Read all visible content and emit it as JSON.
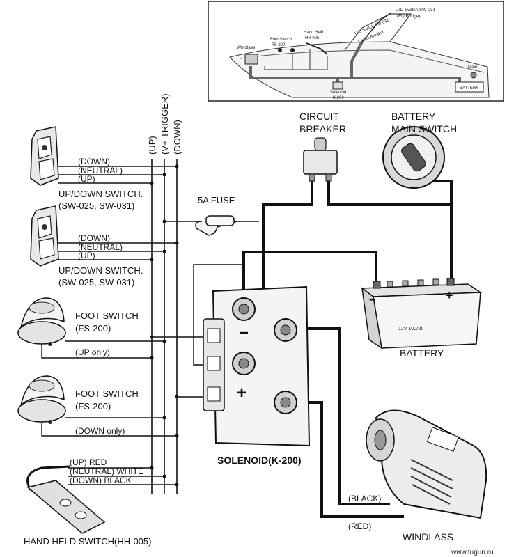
{
  "labels": {
    "bus_up": "(UP)",
    "bus_vtrigger": "(V+ TRIGGER)",
    "bus_down": "(DOWN)",
    "sw1_down": "(DOWN)",
    "sw1_neutral": "(NEUTRAL)",
    "sw1_up": "(UP)",
    "sw1_title": "UP/DOWN SWITCH.",
    "sw1_models": "(SW-025, SW-031)",
    "sw2_down": "(DOWN)",
    "sw2_neutral": "(NEUTRAL)",
    "sw2_up": "(UP)",
    "sw2_title": "UP/DOWN SWITCH.",
    "sw2_models": "(SW-025, SW-031)",
    "foot1_title": "FOOT SWITCH",
    "foot1_model": "(FS-200)",
    "foot1_wire": "(UP only)",
    "foot2_title": "FOOT SWITCH",
    "foot2_model": "(FS-200)",
    "foot2_wire": "(DOWN only)",
    "hh_up": "(UP) RED",
    "hh_neutral": "(NEUTRAL) WHITE",
    "hh_down": "(DOWN) BLACK",
    "hh_title": "HAND HELD SWITCH(HH-005)",
    "fuse": "5A FUSE",
    "breaker_1": "CIRCUIT",
    "breaker_2": "BREAKER",
    "mainsw_1": "BATTERY",
    "mainsw_2": "MAIN SWITCH",
    "battery": "BATTERY",
    "battery_plate": "12V 100Ah",
    "solenoid": "SOLENOID(K-200)",
    "minus": "−",
    "plus": "+",
    "batt_minus": "−",
    "batt_plus": "+",
    "black_wire": "(BLACK)",
    "red_wire": "(RED)",
    "windlass": "WINDLASS",
    "watermark": "www.tugun.ru"
  },
  "inset": {
    "ud_switch_1": "U/D Switch SW 031",
    "ud_switch_2": "(Fly Bridge)",
    "ud_switch_b": "U/D Switch SW 031",
    "breaker": "Circuit Breaker",
    "hand_held_1": "Hand Held",
    "hand_held_2": "HH 005",
    "foot_1": "Foot Switch",
    "foot_2": "FS 200",
    "windlass": "Windlass",
    "solenoid_1": "Solenoid",
    "solenoid_2": "K 200",
    "main": "Main",
    "battery": "BATTERY"
  }
}
